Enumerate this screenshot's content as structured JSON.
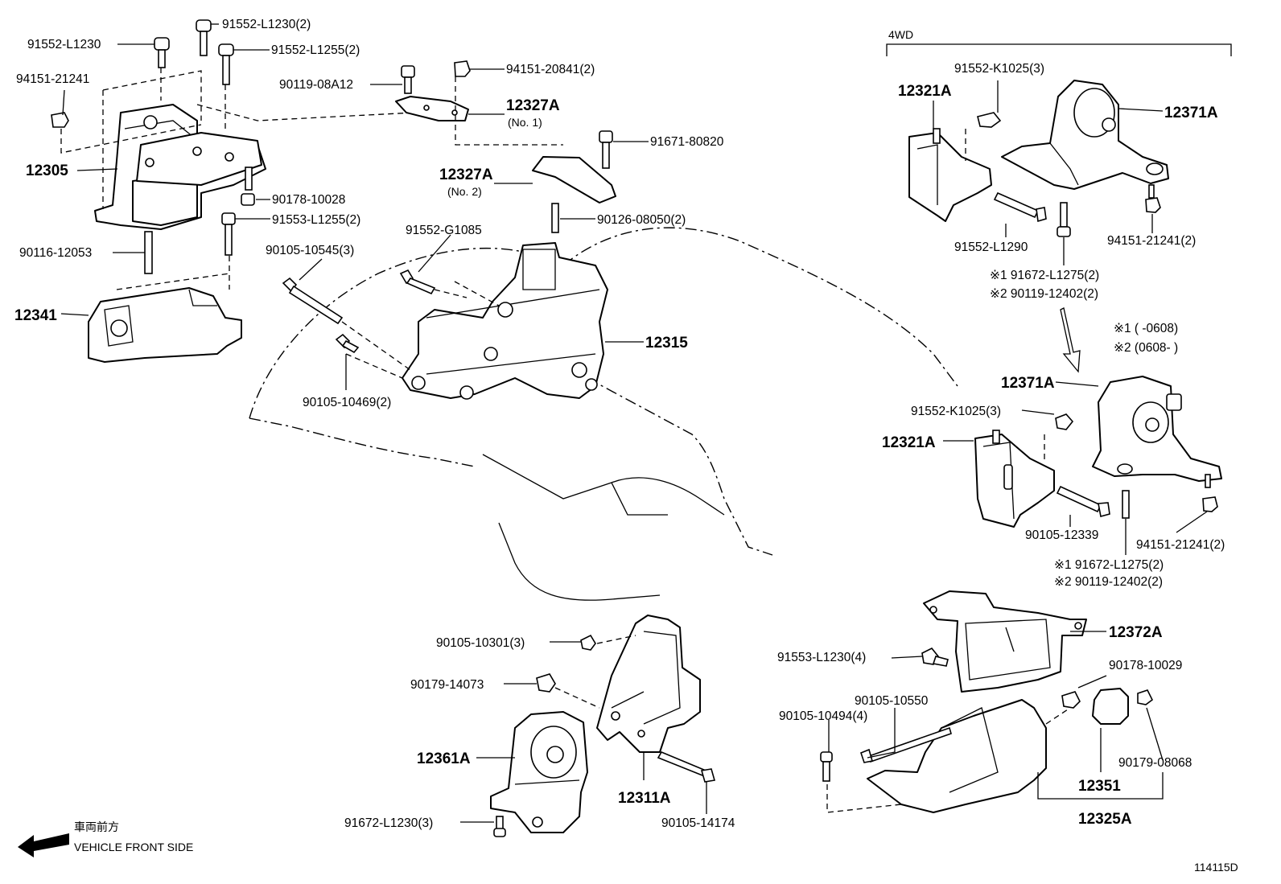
{
  "labels": {
    "p_91552_L1230": "91552-L1230",
    "p_91552_L1230_2": "91552-L1230(2)",
    "p_91552_L1255_2": "91552-L1255(2)",
    "p_94151_21241_a": "94151-21241",
    "p_90119_08A12": "90119-08A12",
    "p_94151_20841_2": "94151-20841(2)",
    "p_12327A_no1": "12327A",
    "p_no1": "(No. 1)",
    "p_91671_80820": "91671-80820",
    "p_12305": "12305",
    "p_12327A_no2": "12327A",
    "p_no2": "(No. 2)",
    "p_90178_10028": "90178-10028",
    "p_91553_L1255_2": "91553-L1255(2)",
    "p_90126_08050_2": "90126-08050(2)",
    "p_90116_12053": "90116-12053",
    "p_90105_10545_3": "90105-10545(3)",
    "p_91552_G1085": "91552-G1085",
    "p_12341": "12341",
    "p_12315": "12315",
    "p_90105_10469_2": "90105-10469(2)",
    "p_4wd": "4WD",
    "p_91552_K1025_3_a": "91552-K1025(3)",
    "p_12321A_a": "12321A",
    "p_12371A_a": "12371A",
    "p_91552_L1290": "91552-L1290",
    "p_94151_21241_2_a": "94151-21241(2)",
    "p_note1_a": "※1 91672-L1275(2)",
    "p_note2_a": "※2 90119-12402(2)",
    "p_range1": "※1 (        -0608)",
    "p_range2": "※2 (0608-        )",
    "p_12371A_b": "12371A",
    "p_91552_K1025_3_b": "91552-K1025(3)",
    "p_12321A_b": "12321A",
    "p_90105_12339": "90105-12339",
    "p_94151_21241_2_b": "94151-21241(2)",
    "p_note1_b": "※1 91672-L1275(2)",
    "p_note2_b": "※2 90119-12402(2)",
    "p_12372A": "12372A",
    "p_90105_10301_3": "90105-10301(3)",
    "p_90179_14073": "90179-14073",
    "p_91553_L1230_4": "91553-L1230(4)",
    "p_90178_10029": "90178-10029",
    "p_90105_10550": "90105-10550",
    "p_90105_10494_4": "90105-10494(4)",
    "p_12361A": "12361A",
    "p_12311A": "12311A",
    "p_90179_08068": "90179-08068",
    "p_12351": "12351",
    "p_91672_L1230_3": "91672-L1230(3)",
    "p_90105_14174": "90105-14174",
    "p_12325A": "12325A",
    "p_front_jp": "車両前方",
    "p_front_en": "VEHICLE FRONT SIDE",
    "p_diagram_id": "114115D"
  },
  "icons": [
    "front-arrow-icon",
    "down-arrow-icon"
  ]
}
